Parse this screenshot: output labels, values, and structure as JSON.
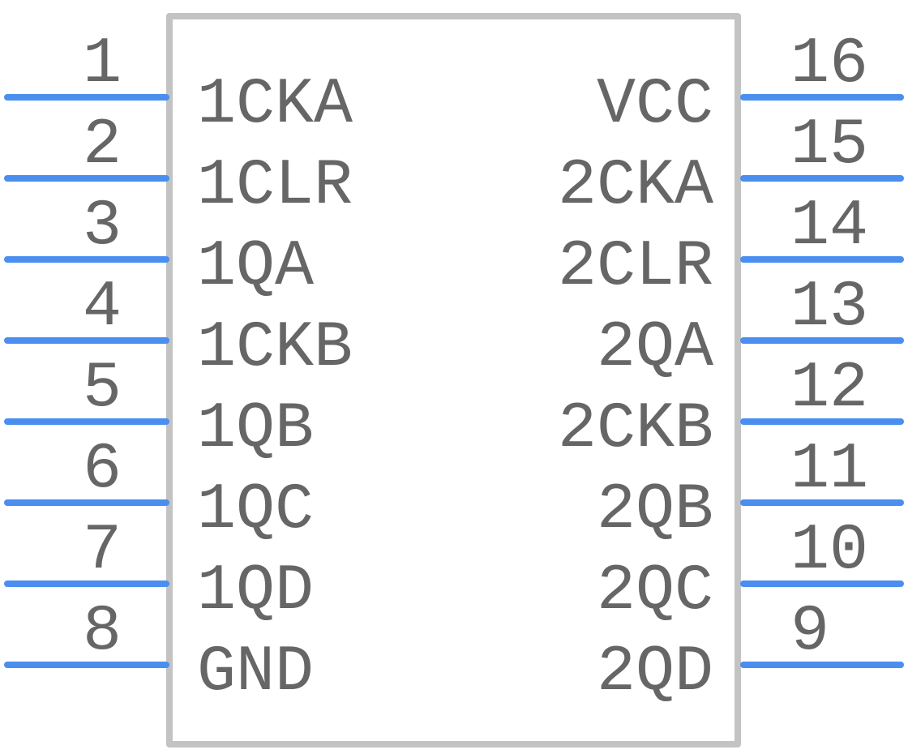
{
  "component": {
    "left_pins": [
      {
        "number": "1",
        "name": "1CKA"
      },
      {
        "number": "2",
        "name": "1CLR"
      },
      {
        "number": "3",
        "name": "1QA"
      },
      {
        "number": "4",
        "name": "1CKB"
      },
      {
        "number": "5",
        "name": "1QB"
      },
      {
        "number": "6",
        "name": "1QC"
      },
      {
        "number": "7",
        "name": "1QD"
      },
      {
        "number": "8",
        "name": "GND"
      }
    ],
    "right_pins": [
      {
        "number": "16",
        "name": "VCC"
      },
      {
        "number": "15",
        "name": "2CKA"
      },
      {
        "number": "14",
        "name": "2CLR"
      },
      {
        "number": "13",
        "name": "2QA"
      },
      {
        "number": "12",
        "name": "2CKB"
      },
      {
        "number": "11",
        "name": "2QB"
      },
      {
        "number": "10",
        "name": "2QC"
      },
      {
        "number": "9",
        "name": "2QD"
      }
    ]
  },
  "colors": {
    "body_outline": "#c3c3c3",
    "pin_line": "#4a8fef",
    "text": "#666666",
    "background": "#ffffff"
  }
}
